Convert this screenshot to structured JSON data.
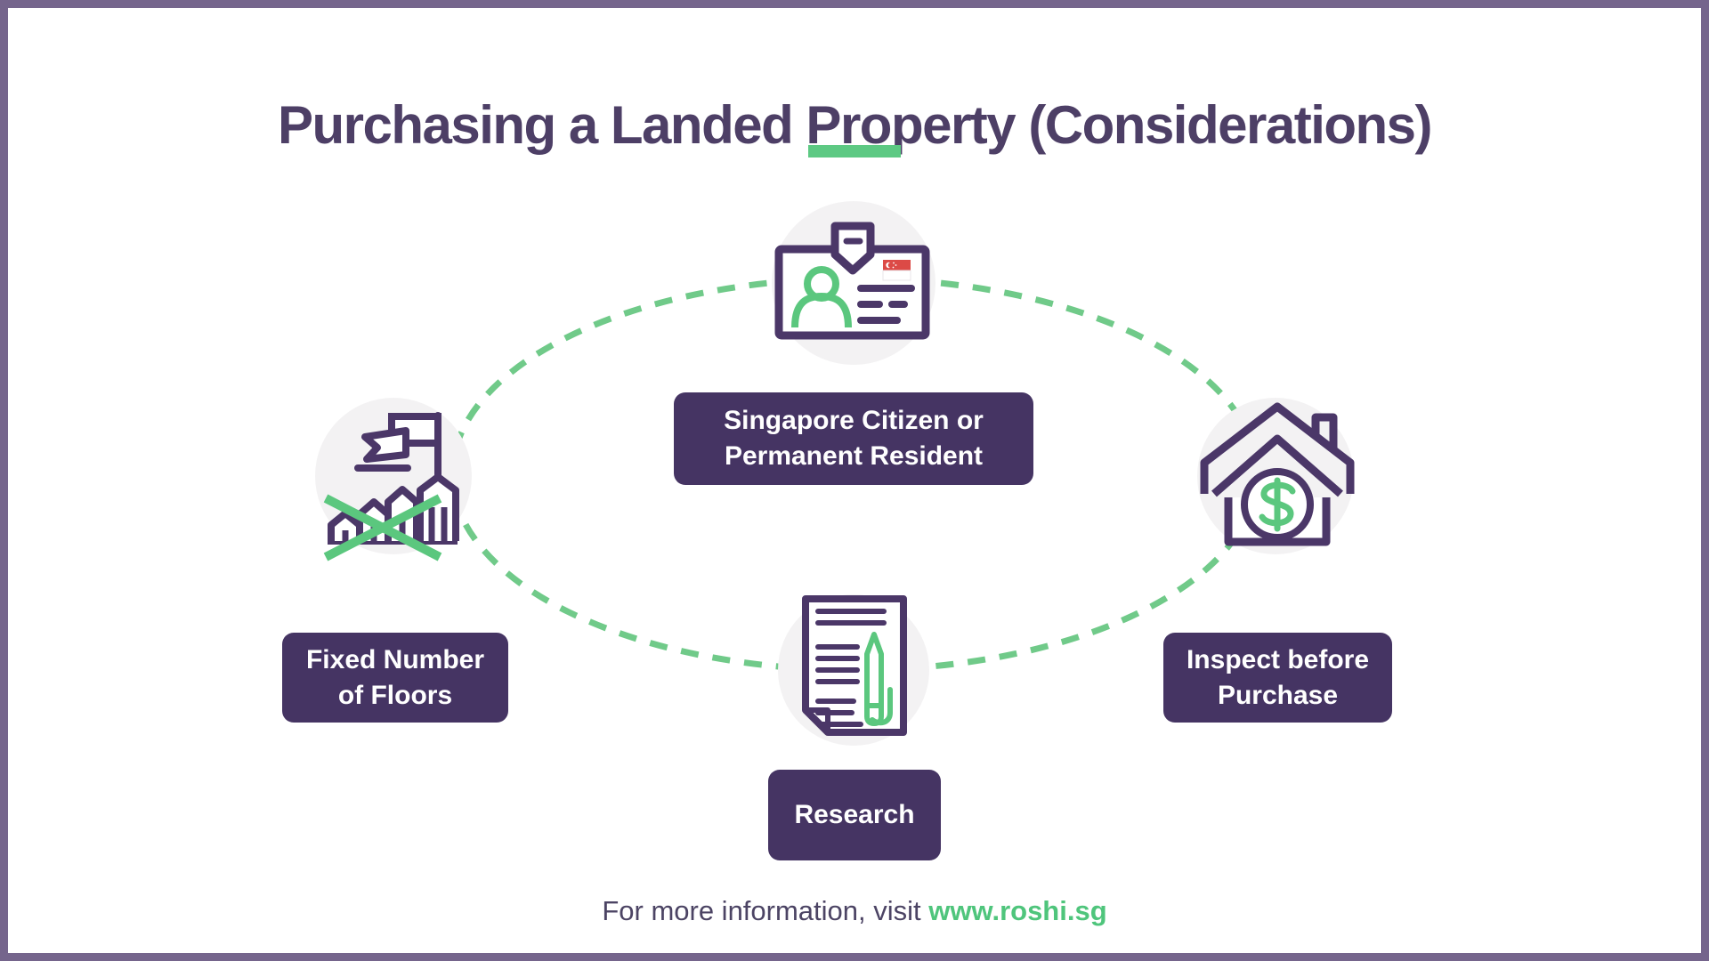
{
  "frame": {
    "border_color": "#75658c",
    "background": "#ffffff"
  },
  "title": {
    "text": "Purchasing a Landed Property (Considerations)",
    "color": "#4d3f66",
    "underline_color": "#5dc983"
  },
  "diagram": {
    "connector": {
      "style": "dashed-ellipse",
      "color": "#70ca89"
    },
    "label_bg": "#453463",
    "label_text_color": "#ffffff",
    "icon_purple": "#4b3768",
    "accent_green": "#5bc77e",
    "flag_red": "#dc4a46",
    "nodes": [
      {
        "id": "citizenship",
        "icon": "id-card-icon",
        "lines": [
          "Singapore Citizen or",
          "Permanent Resident"
        ]
      },
      {
        "id": "floors",
        "icon": "flag-bar-chart-icon",
        "lines": [
          "Fixed Number",
          "of Floors"
        ]
      },
      {
        "id": "inspect",
        "icon": "house-dollar-icon",
        "lines": [
          "Inspect before",
          "Purchase"
        ]
      },
      {
        "id": "research",
        "icon": "document-pen-icon",
        "lines": [
          "Research"
        ]
      }
    ]
  },
  "footer": {
    "prefix": "For more information, visit ",
    "link": "www.roshi.sg"
  }
}
